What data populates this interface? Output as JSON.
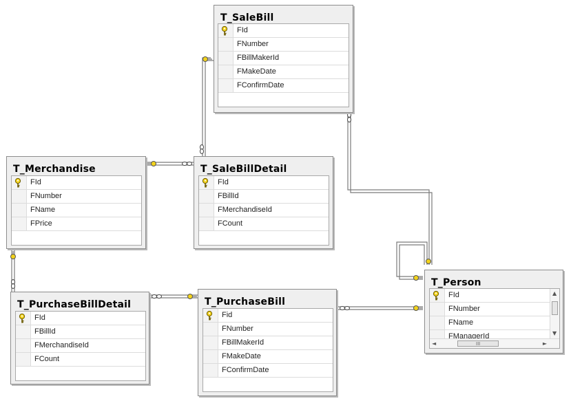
{
  "tables": [
    {
      "id": "salebill",
      "name": "T_SaleBill",
      "columns": [
        {
          "name": "FId",
          "pk": true
        },
        {
          "name": "FNumber",
          "pk": false
        },
        {
          "name": "FBillMakerId",
          "pk": false
        },
        {
          "name": "FMakeDate",
          "pk": false
        },
        {
          "name": "FConfirmDate",
          "pk": false
        }
      ]
    },
    {
      "id": "merchandise",
      "name": "T_Merchandise",
      "columns": [
        {
          "name": "FId",
          "pk": true
        },
        {
          "name": "FNumber",
          "pk": false
        },
        {
          "name": "FName",
          "pk": false
        },
        {
          "name": "FPrice",
          "pk": false
        }
      ]
    },
    {
      "id": "salebilldetail",
      "name": "T_SaleBillDetail",
      "columns": [
        {
          "name": "FId",
          "pk": true
        },
        {
          "name": "FBillId",
          "pk": false
        },
        {
          "name": "FMerchandiseId",
          "pk": false
        },
        {
          "name": "FCount",
          "pk": false
        }
      ]
    },
    {
      "id": "purchasebilldetail",
      "name": "T_PurchaseBillDetail",
      "columns": [
        {
          "name": "FId",
          "pk": true
        },
        {
          "name": "FBillId",
          "pk": false
        },
        {
          "name": "FMerchandiseId",
          "pk": false
        },
        {
          "name": "FCount",
          "pk": false
        }
      ]
    },
    {
      "id": "purchasebill",
      "name": "T_PurchaseBill",
      "columns": [
        {
          "name": "Fid",
          "pk": true
        },
        {
          "name": "FNumber",
          "pk": false
        },
        {
          "name": "FBillMakerId",
          "pk": false
        },
        {
          "name": "FMakeDate",
          "pk": false
        },
        {
          "name": "FConfirmDate",
          "pk": false
        }
      ]
    },
    {
      "id": "person",
      "name": "T_Person",
      "columns": [
        {
          "name": "FId",
          "pk": true
        },
        {
          "name": "FNumber",
          "pk": false
        },
        {
          "name": "FName",
          "pk": false
        },
        {
          "name": "FManagerId",
          "pk": false
        }
      ]
    }
  ],
  "scrollbar": {
    "up": "▲",
    "down": "▼",
    "left": "◄",
    "right": "►",
    "grip": "III"
  },
  "colors": {
    "table_bg": "#efefef",
    "grid_bg": "#ffffff",
    "relationship_line": "#808080",
    "key_icon": "#f2d21b"
  }
}
